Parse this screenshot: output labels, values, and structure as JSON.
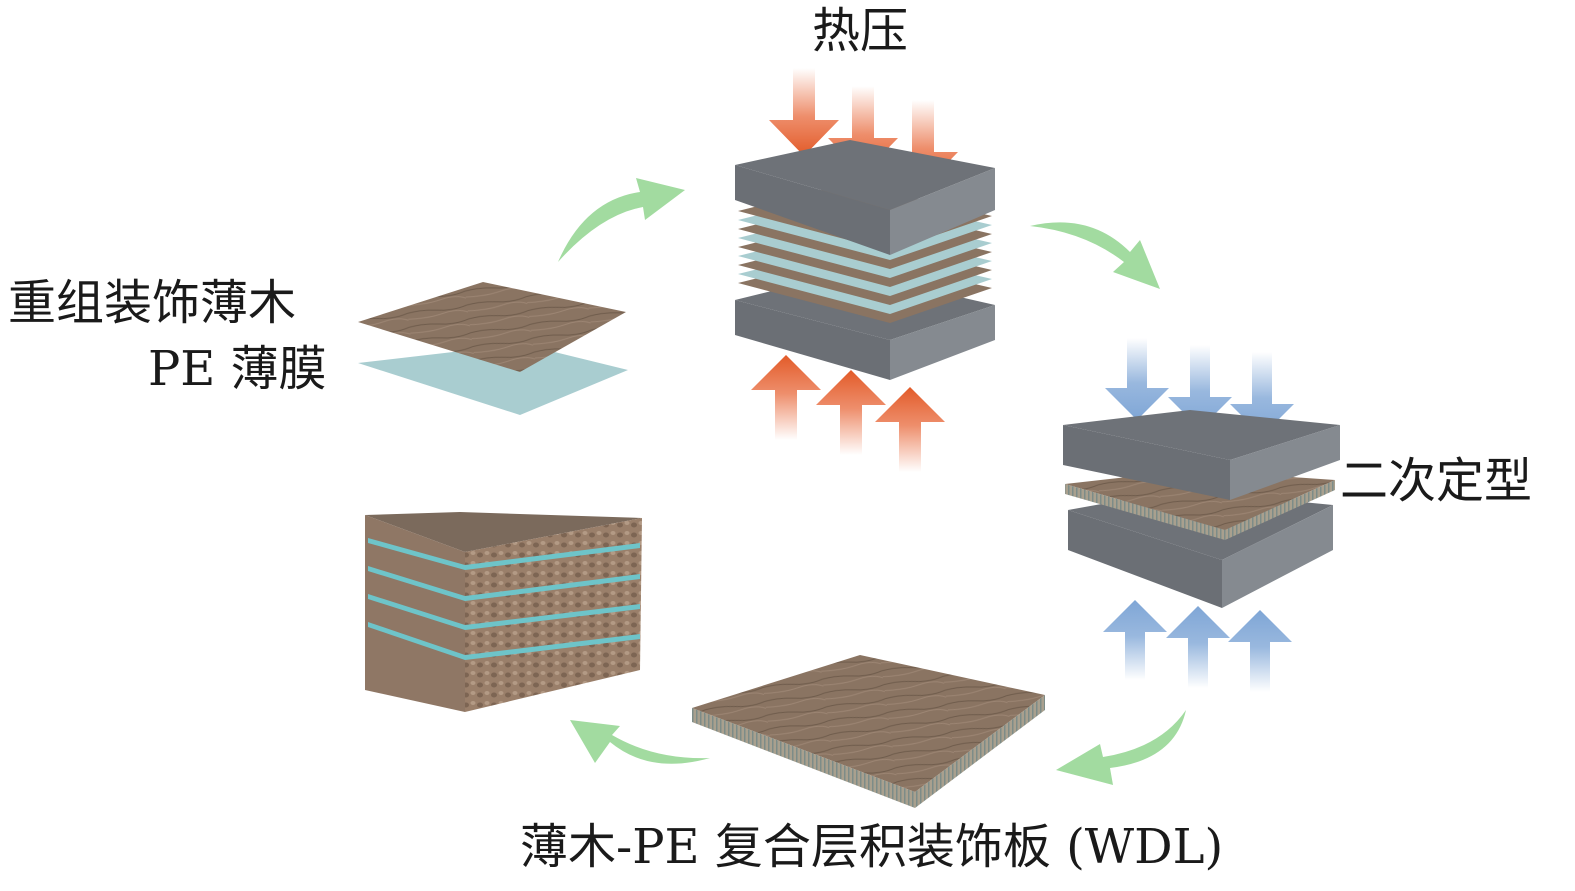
{
  "diagram": {
    "title": "WDL fabrication process cycle",
    "labels": {
      "hot_press": "热压",
      "raw_material_veneer": "重组装饰薄木",
      "raw_material_film": "PE 薄膜",
      "secondary_shaping": "二次定型",
      "product": "薄木-PE 复合层积装饰板 (WDL)"
    },
    "stages": [
      {
        "id": "raw-materials",
        "label_keys": [
          "raw_material_veneer",
          "raw_material_film"
        ]
      },
      {
        "id": "hot-press",
        "label_keys": [
          "hot_press"
        ],
        "arrow_color": "heat"
      },
      {
        "id": "secondary-shaping",
        "label_keys": [
          "secondary_shaping"
        ],
        "arrow_color": "cool"
      },
      {
        "id": "wdl-board",
        "label_keys": [
          "product"
        ]
      },
      {
        "id": "cross-section",
        "label_keys": []
      }
    ],
    "flow_order": [
      "raw-materials",
      "hot-press",
      "secondary-shaping",
      "wdl-board",
      "cross-section"
    ],
    "press_stack_layers": {
      "hot_press_veneer_sheets": 5,
      "hot_press_pe_films": 4,
      "cross_section_pe_bands": 4
    },
    "colors": {
      "flow_arrow": "#a2dba0",
      "heat_arrow": "#e8683a",
      "cool_arrow": "#7fa6d6",
      "press_plate_top": "#6e7278",
      "press_plate_side": "#7f8388",
      "veneer": "#8a7462",
      "pe_film": "#a9cdd0",
      "pe_band": "#6ec4c9",
      "text": "#1a1a1a"
    }
  }
}
